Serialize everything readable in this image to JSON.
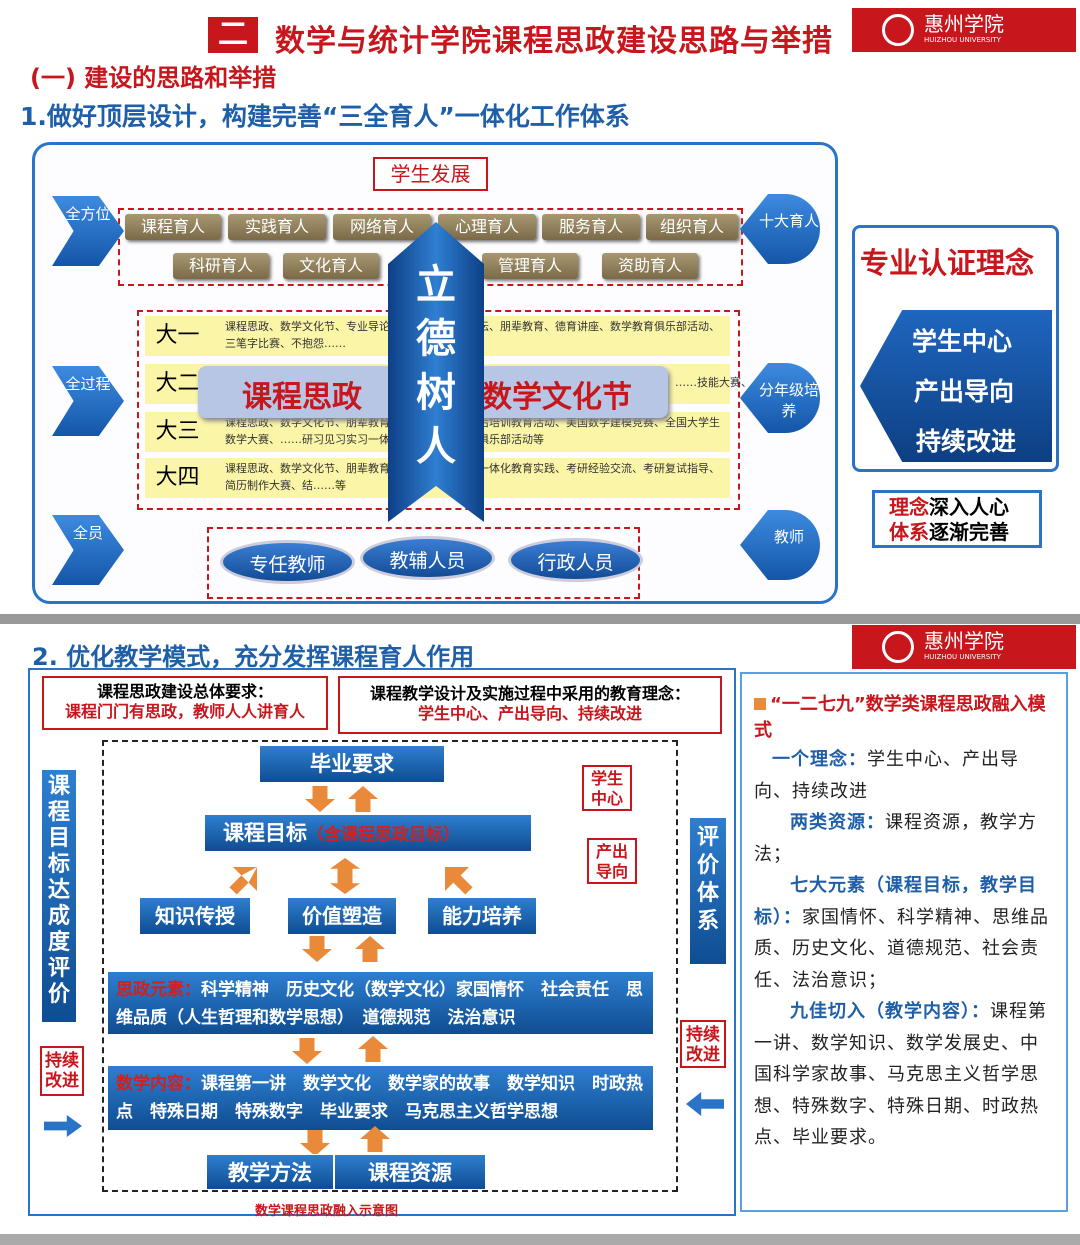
{
  "header": {
    "number": "二",
    "title": "数学与统计学院课程思政建设思路与举措",
    "logo_cn": "惠州学院",
    "logo_en": "HUIZHOU UNIVERSITY"
  },
  "section1": {
    "subtitle": "(一) 建设的思路和举措",
    "heading": "1.做好顶层设计，构建完善“三全育人”一体化工作体系"
  },
  "diagram": {
    "top": "学生发展",
    "left_labels": [
      "全方位",
      "全过程",
      "全员"
    ],
    "right_labels": [
      "十大育人",
      "分年级培养",
      "教师"
    ],
    "tags_row1": [
      "课程育人",
      "实践育人",
      "网络育人",
      "心理育人",
      "服务育人",
      "组织育人"
    ],
    "tags_row2": [
      "科研育人",
      "文化育人",
      "管理育人",
      "资助育人"
    ],
    "ribbon": "立德树人",
    "overlay_left": "课程思政",
    "overlay_right": "数学文化节",
    "grades": [
      {
        "grade": "大一",
        "text": "课程思政、数学文化节、专业导论……学校长校友论坛、朋辈教育、德育讲座、数学教育俱乐部活动、三笔字比赛、不抱怨……"
      },
      {
        "grade": "大二",
        "text": "……技能大赛、"
      },
      {
        "grade": "大三",
        "text": "课程思政、数学文化节、朋辈教育……职前培养与职后培训教育活动、美国数学建模竞赛、全国大学生数学大赛、……研习见习实习一体化教育实践、考研俱乐部活动等"
      },
      {
        "grade": "大四",
        "text": "课程思政、数学文化节、朋辈教育……研习见习实习一体化教育实践、考研经验交流、考研复试指导、简历制作大赛、结……等"
      }
    ],
    "staff": [
      "专任教师",
      "教辅人员",
      "行政人员"
    ]
  },
  "cert": {
    "title": "专业认证理念",
    "items": [
      "学生中心",
      "产出导向",
      "持续改进"
    ],
    "note1_red": "理念",
    "note1": "深入人心",
    "note2_red": "体系",
    "note2": "逐渐完善"
  },
  "section2": {
    "heading": "2. 优化教学模式，充分发挥课程育人作用",
    "req_title": "课程思政建设总体要求：",
    "req_text": "课程门门有思政，教师人人讲育人",
    "idea_title": "课程教学设计及实施过程中采用的教育理念：",
    "idea_text": "学生中心、产出导向、持续改进",
    "left_vertical": "课程目标达成度评价",
    "left_improve": "持续改进",
    "grad_req": "毕业要求",
    "course_goal": "课程目标",
    "course_goal_note": "（含课程思政目标）",
    "side1": "学生中心",
    "side2": "产出导向",
    "k1": "知识传授",
    "k2": "价值塑造",
    "k3": "能力培养",
    "elements_label": "思政元素：",
    "elements": "科学精神　历史文化（数学文化）家国情怀　社会责任　思维品质（人生哲理和数学思想）　道德规范　法治意识",
    "content_label": "数学内容：",
    "content": "课程第一讲　数学文化　数学家的故事　数学知识　时政热点　特殊日期　特殊数字　毕业要求　马克思主义哲学思想",
    "method": "教学方法",
    "resource": "课程资源",
    "caption": "数学课程思政融入示意图",
    "eval": "评价体系",
    "right_improve": "持续改进"
  },
  "panel": {
    "title": "“一二七九”数学类课程思政融入模式",
    "p1_label": "一个理念：",
    "p1": "学生中心、产出导向、持续改进",
    "p2_label": "两类资源：",
    "p2": "课程资源，教学方法；",
    "p3_label": "七大元素（课程目标，教学目标）：",
    "p3": "家国情怀、科学精神、思维品质、历史文化、道德规范、社会责任、法治意识；",
    "p4_label": "九佳切入（教学内容）：",
    "p4": "课程第一讲、数学知识、数学发展史、中国科学家故事、马克思主义哲学思想、特殊数字、特殊日期、时政热点、毕业要求。"
  }
}
